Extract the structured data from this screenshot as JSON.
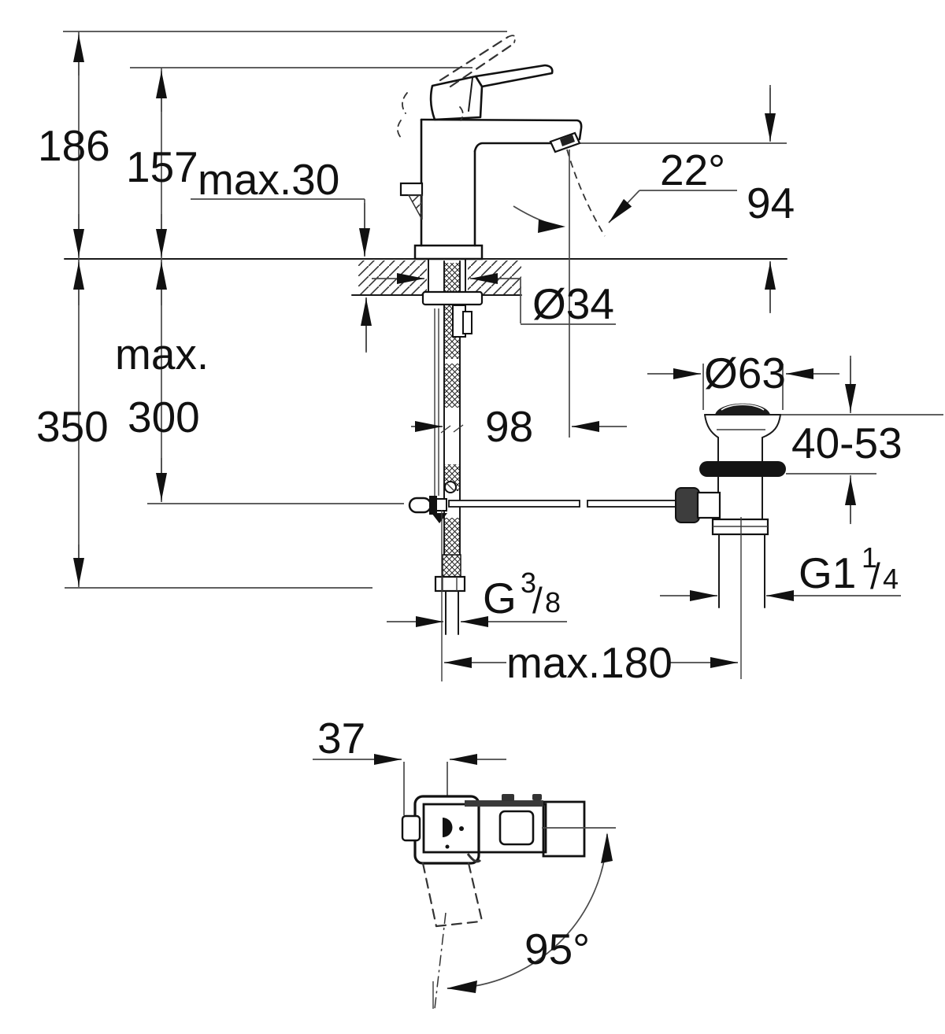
{
  "drawing": {
    "type": "faucet-installation-dimension-drawing",
    "views": {
      "side_view": "basin mixer with pop-up waste",
      "top_view": "handle swivel plan view"
    },
    "dimensions": {
      "total_height": "186",
      "spout_line_height": "157",
      "deck_thickness": "max.30",
      "spout_angle": "22°",
      "spout_outlet_height": "94",
      "mounting_hole_diameter": "Ø34",
      "rod_max_word": "max.",
      "rod_max_value": "300",
      "hose_length": "350",
      "spout_reach": "98",
      "waste_flange_diameter": "Ø63",
      "clamping_range": "40-53",
      "rod_to_waste_distance": "max.180",
      "handle_front_offset": "37",
      "handle_swivel_angle": "95°",
      "waste_thread": {
        "main": "G1",
        "sup": "1",
        "slash": "/",
        "sub": "4"
      },
      "supply_thread": {
        "main": "G",
        "sup": "3",
        "slash": "/",
        "sub": "8"
      }
    },
    "colors": {
      "object_line": "#111111",
      "dimension_line": "#4a4a4a",
      "text": "#111111",
      "background": "#ffffff"
    }
  }
}
